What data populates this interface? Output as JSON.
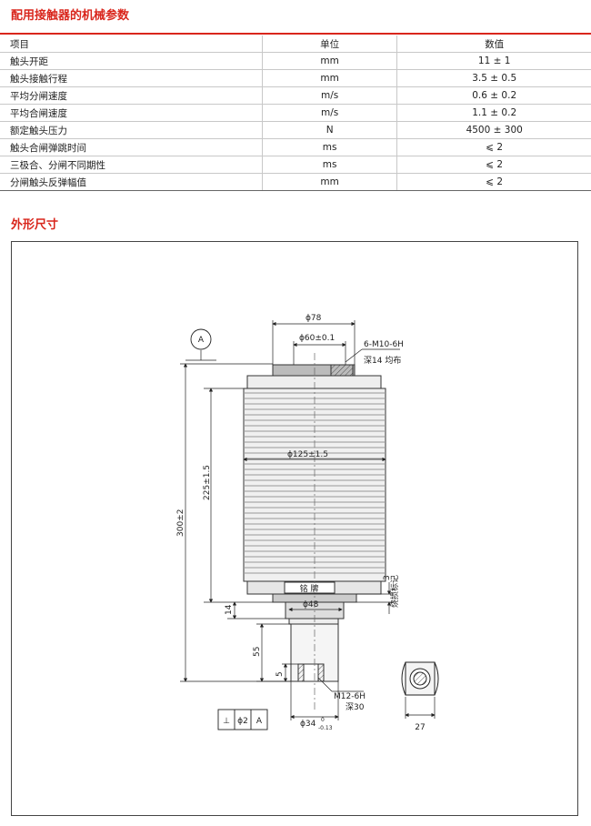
{
  "section1_title": "配用接触器的机械参数",
  "table": {
    "headers": [
      "项目",
      "单位",
      "数值"
    ],
    "rows": [
      [
        "触头开距",
        "mm",
        "11 ± 1"
      ],
      [
        "触头接触行程",
        "mm",
        "3.5 ± 0.5"
      ],
      [
        "平均分闸速度",
        "m/s",
        "0.6 ± 0.2"
      ],
      [
        "平均合闸速度",
        "m/s",
        "1.1 ± 0.2"
      ],
      [
        "额定触头压力",
        "N",
        "4500 ± 300"
      ],
      [
        "触头合闸弹跳时间",
        "ms",
        "⩽ 2"
      ],
      [
        "三极合、分闸不同期性",
        "ms",
        "⩽ 2"
      ],
      [
        "分闸触头反弹幅值",
        "mm",
        "⩽ 2"
      ]
    ]
  },
  "section2_title": "外形尺寸",
  "drawing": {
    "datum": "A",
    "dim_top_dia": "ϕ78",
    "dim_inner_dia": "ϕ60±0.1",
    "thread_top": "6-M10-6H",
    "thread_top_depth": "深14 均布",
    "dim_body_dia": "ϕ125±1.5",
    "dim_225": "225±1.5",
    "dim_300": "300±2",
    "nameplate": "铭 牌",
    "dim_3": "3",
    "wear_mark": "烧损标记",
    "dim_48": "ϕ48",
    "dim_14": "14",
    "dim_55": "55",
    "dim_5": "5",
    "thread_bottom": "M12-6H",
    "thread_bottom_depth": "深30",
    "dim_34": "ϕ34",
    "dim_34_tol_top": "0",
    "dim_34_tol_bottom": "-0.13",
    "dim_27": "27",
    "tol_symbol": "⊥",
    "tol_value": "ϕ2",
    "tol_datum": "A"
  }
}
